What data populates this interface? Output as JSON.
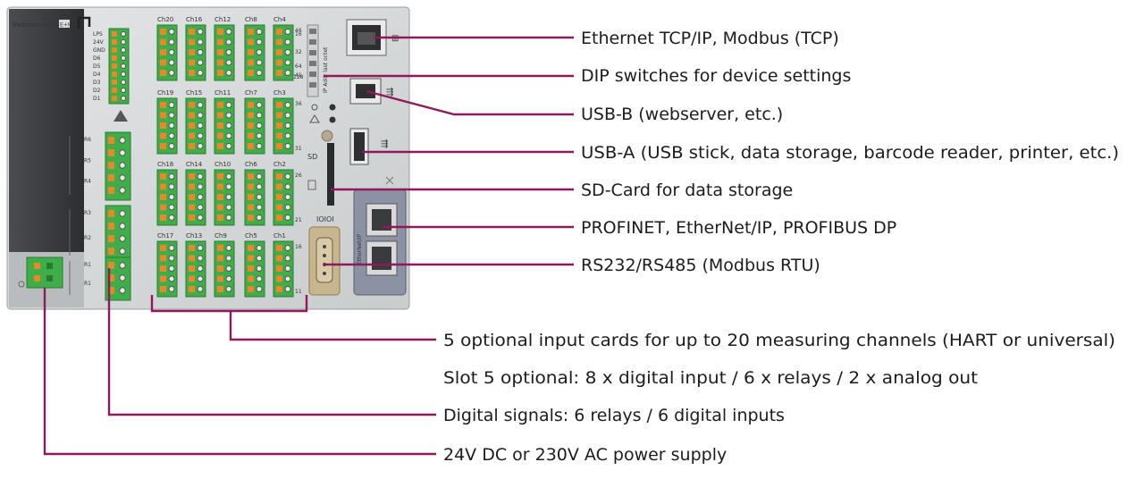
{
  "device": {
    "brand": "Endress+Hauser",
    "brand_badge": "E+H",
    "channels": {
      "row1": [
        "Ch20",
        "Ch16",
        "Ch12",
        "Ch8",
        "Ch4"
      ],
      "row2": [
        "Ch19",
        "Ch15",
        "Ch11",
        "Ch7",
        "Ch3"
      ],
      "row3": [
        "Ch18",
        "Ch14",
        "Ch10",
        "Ch6",
        "Ch2"
      ],
      "row4": [
        "Ch17",
        "Ch13",
        "Ch9",
        "Ch5",
        "Ch1"
      ]
    },
    "digital_io": [
      "LPS",
      "24V",
      "GND",
      "D6",
      "D5",
      "D4",
      "D3",
      "D2",
      "D1"
    ],
    "relays_a": [
      "R6",
      "R5",
      "R4"
    ],
    "relays_b": [
      "R3",
      "R2"
    ],
    "relays_c": [
      "R1",
      "R1"
    ],
    "right_numbers": {
      "row1": [
        "46",
        "41"
      ],
      "row2": [
        "36",
        "31"
      ],
      "row3": [
        "26",
        "21"
      ],
      "row4": [
        "16",
        "11"
      ]
    },
    "dip_caption": "IP Addr last octet",
    "dip_values": [
      "16",
      "32",
      "64",
      "128"
    ],
    "sd_text": "SD",
    "serial_text": "IOIOI",
    "module_text": "EtherNet/IP"
  },
  "callouts": {
    "ethernet": "Ethernet TCP/IP,  Modbus (TCP)",
    "dip": "DIP switches for device settings",
    "usb_b": "USB-B (webserver, etc.)",
    "usb_a": "USB-A (USB stick, data storage, barcode reader, printer, etc.)",
    "sd_card": "SD-Card for data storage",
    "fieldbus": "PROFINET, EtherNet/IP, PROFIBUS DP",
    "serial": "RS232/RS485 (Modbus RTU)",
    "input_cards": "5 optional input cards for up to 20 measuring channels (HART or universal)",
    "slot5": "Slot 5 optional: 8 x digital input / 6 x relays / 2 x analog out",
    "digital_signals": "Digital signals: 6 relays / 6 digital inputs",
    "power": "24V DC or 230V AC power supply"
  },
  "colors": {
    "leader": "#8e1a5c",
    "housing": "#d7d9da",
    "side_panel": "#3b3d40",
    "terminal_green": "#3fae49",
    "terminal_orange": "#e9872b"
  }
}
